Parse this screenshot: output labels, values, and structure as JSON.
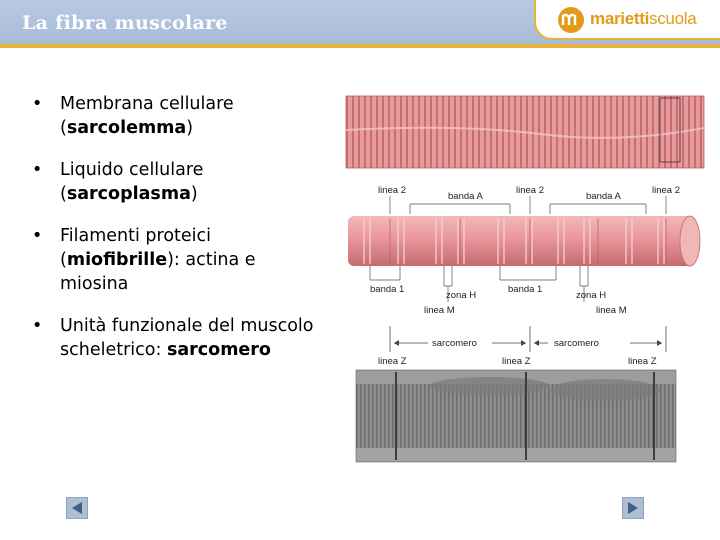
{
  "header": {
    "title": "La fibra muscolare",
    "logo_primary": "marietti",
    "logo_secondary": "scuola",
    "brand_color": "#e39a1b",
    "header_color": "#b0c2dc"
  },
  "bullets": [
    {
      "pre": "Membrana cellulare (",
      "bold": "sarcolemma",
      "post": ")"
    },
    {
      "pre": "Liquido cellulare (",
      "bold": "sarcoplasma",
      "post": ")"
    },
    {
      "pre": "Filamenti proteici (",
      "bold": "miofibrille",
      "post": "): actina e miosina"
    },
    {
      "pre": "Unità funzionale del muscolo scheletrico: ",
      "bold": "sarcomero",
      "post": ""
    }
  ],
  "figure": {
    "labels_top": [
      "linea 2",
      "banda A",
      "linea 2",
      "banda A",
      "linea 2"
    ],
    "labels_bottom": [
      "banda 1",
      "zona H",
      "banda 1",
      "zona H"
    ],
    "labels_m": [
      "linea M",
      "linea M"
    ],
    "sarcomere_labels": [
      "sarcomero",
      "sarcomero"
    ],
    "labels_z": [
      "linea Z",
      "linea Z",
      "linea Z"
    ]
  },
  "nav": {
    "prev_icon": "triangle-left-icon",
    "next_icon": "triangle-right-icon"
  }
}
